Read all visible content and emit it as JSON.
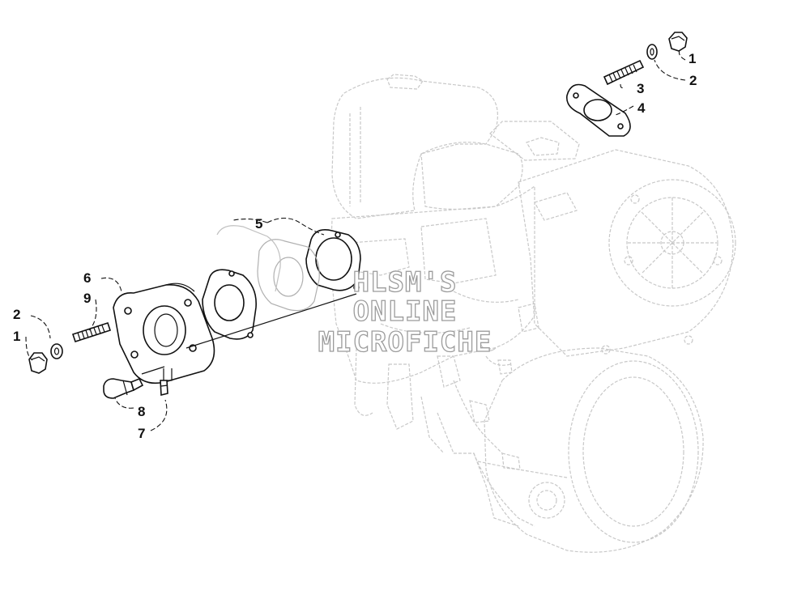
{
  "callouts": {
    "c1_top": "1",
    "c2_top": "2",
    "c3": "3",
    "c4": "4",
    "c5": "5",
    "c6": "6",
    "c9": "9",
    "c2_left": "2",
    "c1_left": "1",
    "c8": "8",
    "c7": "7"
  },
  "watermark": {
    "line1": "HLSM'S",
    "line2": "ONLINE",
    "line3": "MICROFICHE"
  }
}
